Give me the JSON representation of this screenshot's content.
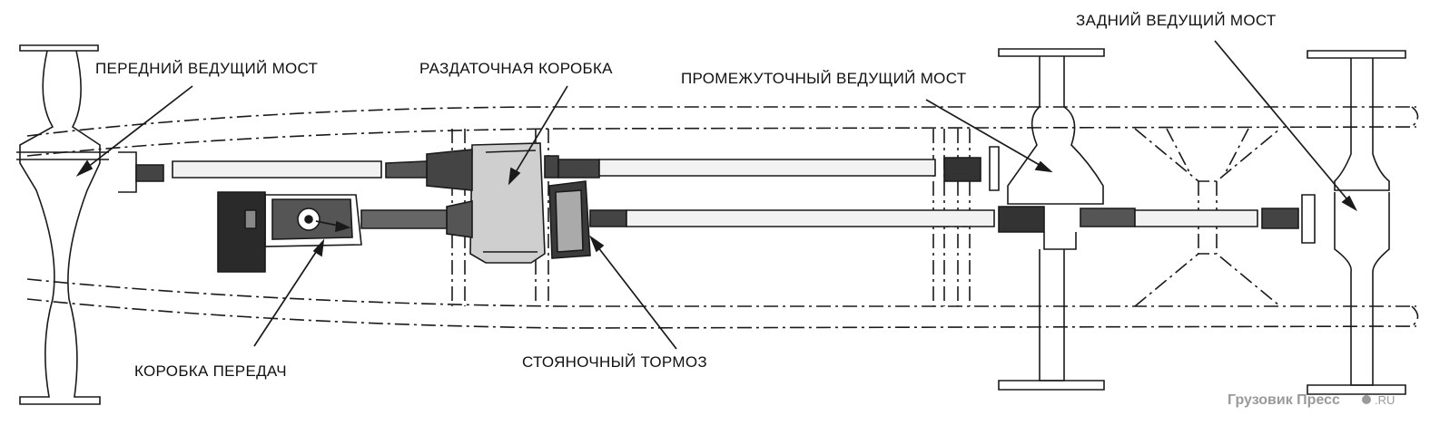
{
  "labels": {
    "front_axle": "ПЕРЕДНИЙ ВЕДУЩИЙ МОСТ",
    "transfer_case": "РАЗДАТОЧНАЯ КОРОБКА",
    "middle_axle": "ПРОМЕЖУТОЧНЫЙ ВЕДУЩИЙ МОСТ",
    "rear_axle": "ЗАДНИЙ ВЕДУЩИЙ МОСТ",
    "gearbox": "КОРОБКА ПЕРЕДАЧ",
    "parking_brake": "СТОЯНОЧНЫЙ ТОРМОЗ"
  },
  "watermark": {
    "brand": "Грузовик Пресс",
    "domain": ".RU"
  },
  "colors": {
    "line": "#1a1a1a",
    "watermark": "#9a9a9a",
    "background": "#ffffff"
  }
}
